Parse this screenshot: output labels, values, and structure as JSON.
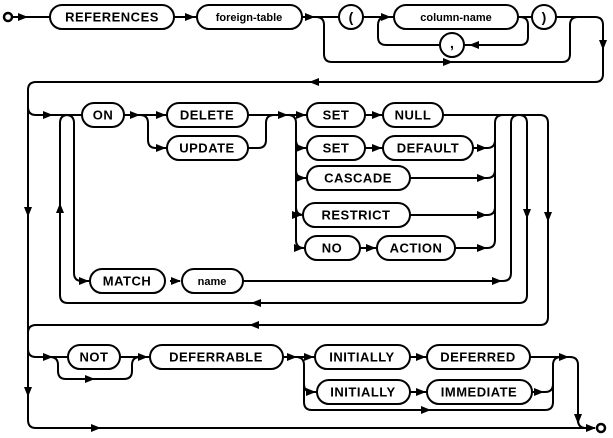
{
  "diagram": {
    "kind": "railroad-syntax-diagram",
    "terminals": {
      "references": "REFERENCES",
      "on": "ON",
      "delete": "DELETE",
      "update": "UPDATE",
      "set": "SET",
      "null": "NULL",
      "default": "DEFAULT",
      "cascade": "CASCADE",
      "restrict": "RESTRICT",
      "no": "NO",
      "action": "ACTION",
      "match": "MATCH",
      "not": "NOT",
      "deferrable": "DEFERRABLE",
      "initially": "INITIALLY",
      "deferred": "DEFERRED",
      "immediate": "IMMEDIATE"
    },
    "non_terminals": {
      "foreign_table": "foreign-table",
      "column_name": "column-name",
      "name": "name"
    },
    "punctuation": {
      "open_paren": "(",
      "comma": ",",
      "close_paren": ")"
    },
    "colors": {
      "line": "#000000",
      "box_fill": "#ffffff",
      "text": "#000000",
      "background": "#ffffff"
    }
  }
}
